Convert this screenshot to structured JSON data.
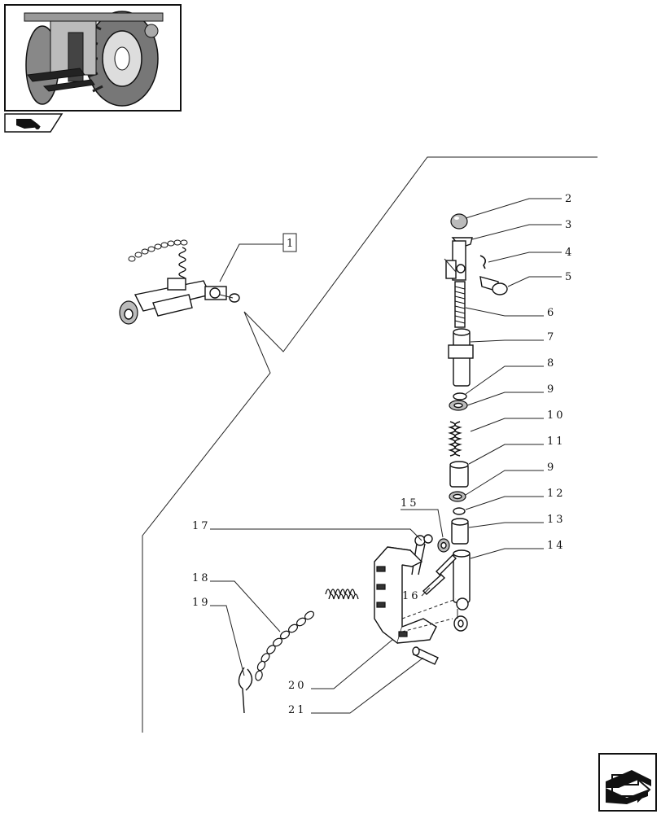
{
  "callouts": [
    {
      "id": "c1",
      "text": "1"
    },
    {
      "id": "c2",
      "text": "2"
    },
    {
      "id": "c3",
      "text": "3"
    },
    {
      "id": "c4",
      "text": "4"
    },
    {
      "id": "c5",
      "text": "5"
    },
    {
      "id": "c6",
      "text": "6"
    },
    {
      "id": "c7",
      "text": "7"
    },
    {
      "id": "c8",
      "text": "8"
    },
    {
      "id": "c9a",
      "text": "9"
    },
    {
      "id": "c10",
      "text": "10"
    },
    {
      "id": "c11",
      "text": "11"
    },
    {
      "id": "c9b",
      "text": "9"
    },
    {
      "id": "c12",
      "text": "12"
    },
    {
      "id": "c13",
      "text": "13"
    },
    {
      "id": "c14",
      "text": "14"
    },
    {
      "id": "c15",
      "text": "15"
    },
    {
      "id": "c16",
      "text": "16"
    },
    {
      "id": "c17",
      "text": "17"
    },
    {
      "id": "c18",
      "text": "18"
    },
    {
      "id": "c19",
      "text": "19"
    },
    {
      "id": "c20",
      "text": "20"
    },
    {
      "id": "c21",
      "text": "21"
    }
  ]
}
